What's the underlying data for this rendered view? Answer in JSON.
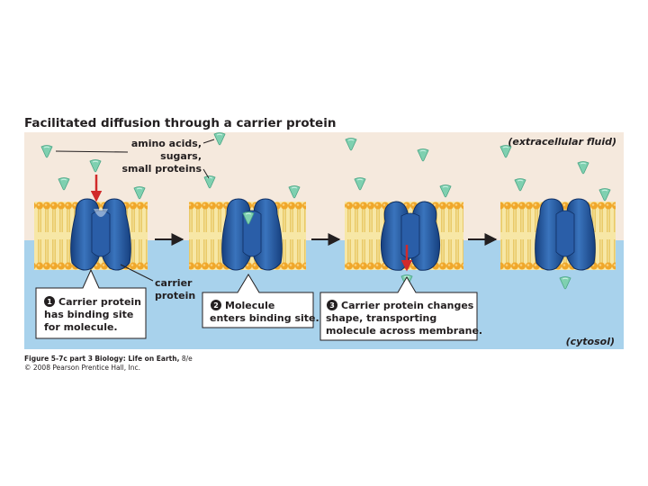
{
  "title": "Facilitated diffusion through a carrier protein",
  "labels": {
    "solutes": [
      "amino acids,",
      "sugars,",
      "small proteins"
    ],
    "carrier": [
      "carrier",
      "protein"
    ],
    "extracellular": "(extracellular fluid)",
    "cytosol": "(cytosol)"
  },
  "steps": [
    {
      "number": "1",
      "lines": [
        "Carrier protein",
        "has binding site",
        "for molecule."
      ]
    },
    {
      "number": "2",
      "lines": [
        "Molecule",
        "enters binding site."
      ]
    },
    {
      "number": "3",
      "lines": [
        "Carrier protein changes",
        "shape, transporting",
        "molecule across membrane."
      ]
    }
  ],
  "caption": {
    "figure_ref": "Figure 5-7c part 3",
    "book": "Biology: Life on Earth,",
    "edition": "8/e",
    "copyright": "© 2008 Pearson Prentice Hall, Inc."
  },
  "colors": {
    "extracellular": "#f5e9dd",
    "cytosol": "#a8d2ec",
    "lipid_head": "#f0a72a",
    "lipid_tail": "#f4dc82",
    "protein": "#1f4f96",
    "protein_light": "#3f79c0",
    "molecule": "#7fd0b0",
    "arrow_red": "#d12a2a"
  }
}
